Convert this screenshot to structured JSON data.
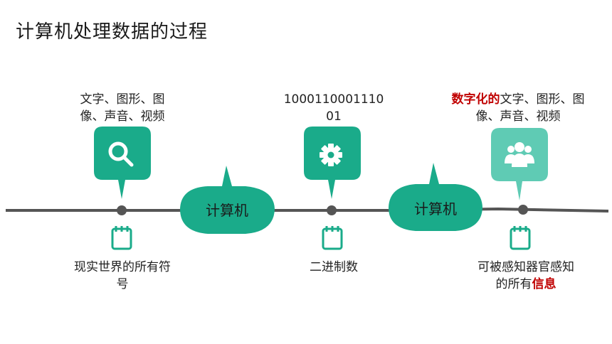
{
  "title": "计算机处理数据的过程",
  "colors": {
    "primary": "#1aab8a",
    "light": "#5fcbb4",
    "line": "#555555",
    "accent": "#c00000"
  },
  "stages": [
    {
      "icon": "search-icon",
      "top_text": "文字、图形、图像、声音、视频",
      "bottom_text": "现实世界的所有符号"
    },
    {
      "icon": "gear-icon",
      "top_text": "100011000111001",
      "bottom_text": "二进制数"
    },
    {
      "icon": "users-icon",
      "top_highlight": "数字化的",
      "top_text": "文字、图形、图像、声音、视频",
      "bottom_text": "可被感知器官感知的所有",
      "bottom_highlight": "信息"
    }
  ],
  "processors": [
    {
      "label": "计算机"
    },
    {
      "label": "计算机"
    }
  ]
}
